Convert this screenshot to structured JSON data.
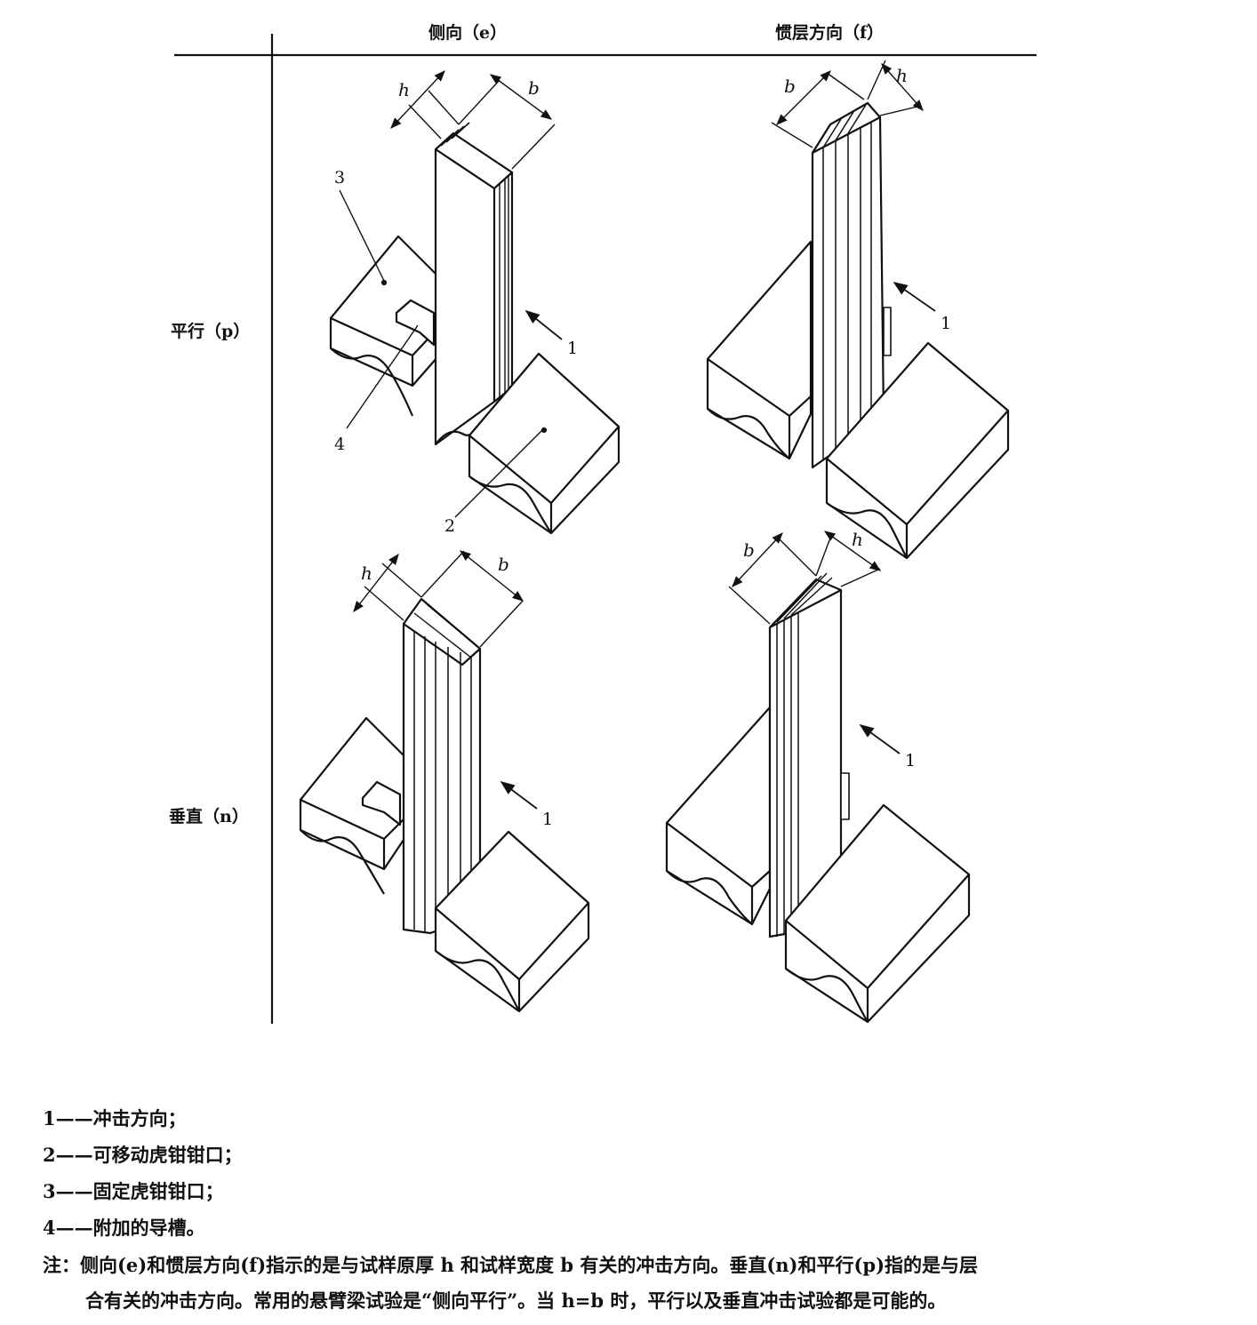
{
  "headers": {
    "col_e": "侧向（e）",
    "col_f": "惯层方向（f）",
    "row_p": "平行（p）",
    "row_n": "垂直（n）"
  },
  "dims": {
    "h": "h",
    "b": "b"
  },
  "callouts": {
    "c1": "1",
    "c2": "2",
    "c3": "3",
    "c4": "4"
  },
  "legend": [
    "1——冲击方向；",
    "2——可移动虎钳钳口；",
    "3——固定虎钳钳口；",
    "4——附加的导槽。"
  ],
  "note": {
    "line1": "注：侧向(e)和惯层方向(f)指示的是与试样原厚 h 和试样宽度 b 有关的冲击方向。垂直(n)和平行(p)指的是与层",
    "line2": "合有关的冲击方向。常用的悬臂梁试验是“侧向平行”。当 h=b 时，平行以及垂直冲击试验都是可能的。"
  }
}
